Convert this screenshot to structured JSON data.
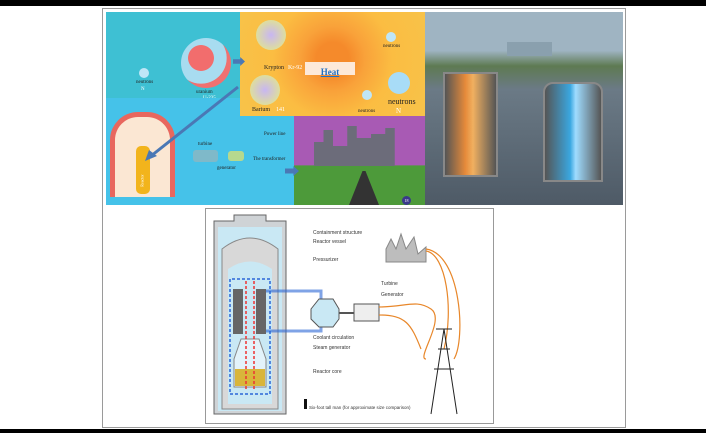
{
  "top_left_panel": {
    "neutrons_label": "neutrons",
    "neutron_symbol": "N",
    "uranium_label": "uranium",
    "uranium_symbol": "U-235"
  },
  "fission_panel": {
    "krypton_label": "Krypton",
    "krypton_symbol": "Kr-92",
    "barium_label": "Barium",
    "barium_number": "141",
    "heat_label": "Heat",
    "neutrons_label_1": "neutrons",
    "neutrons_label_2": "neutrons",
    "neutrons_label_big": "neutrons",
    "neutron_symbol": "N"
  },
  "plant_panel": {
    "turbine_label": "turbine",
    "generator_label": "generator",
    "power_line_label": "Power line",
    "transformer_label": "The transformer",
    "reactor_label": "Reactor"
  },
  "city_panel": {
    "page_badge": "18"
  },
  "diagram": {
    "labels": [
      "Containment structure",
      "Reactor vessel",
      "Pressurizer",
      "Turbine",
      "Generator",
      "Coolant circulation",
      "Steam generator",
      "Reactor core"
    ],
    "man_caption": "Six-foot tall man (for approximate size comparison)"
  },
  "colors": {
    "cyan": "#3fc3d8",
    "orange": "#f7b733",
    "blue_arrow": "#4a78b5",
    "power_line": "#e8872a"
  }
}
